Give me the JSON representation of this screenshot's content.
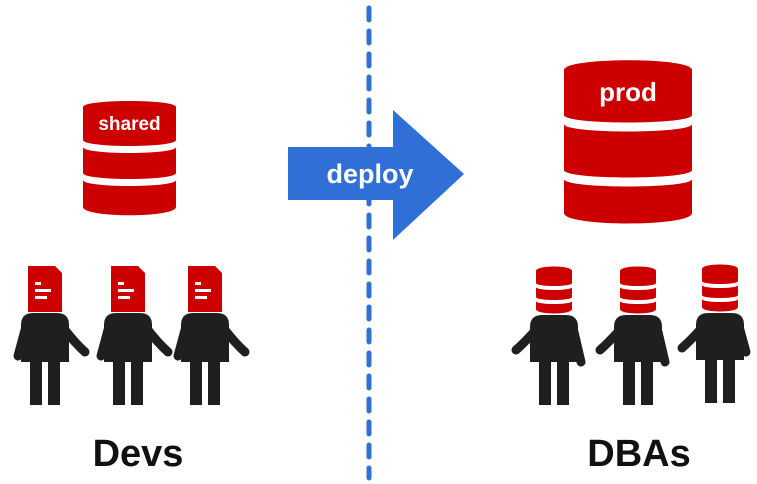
{
  "colors": {
    "database_red": "#cc0000",
    "arrow_blue": "#2f6fd6",
    "divider_blue": "#2f6fd6",
    "person_black": "#1f1f1f",
    "text_black": "#111111",
    "background": "#ffffff"
  },
  "left": {
    "database": {
      "label": "shared",
      "icon": "database-icon"
    },
    "people_count": 3,
    "person_head_icon": "document-icon",
    "group_label": "Devs"
  },
  "arrow": {
    "label": "deploy",
    "icon": "right-arrow-icon"
  },
  "right": {
    "database": {
      "label": "prod",
      "icon": "database-icon"
    },
    "people_count": 3,
    "person_head_icon": "database-icon",
    "group_label": "DBAs"
  },
  "divider": {
    "style": "dashed",
    "orientation": "vertical"
  }
}
